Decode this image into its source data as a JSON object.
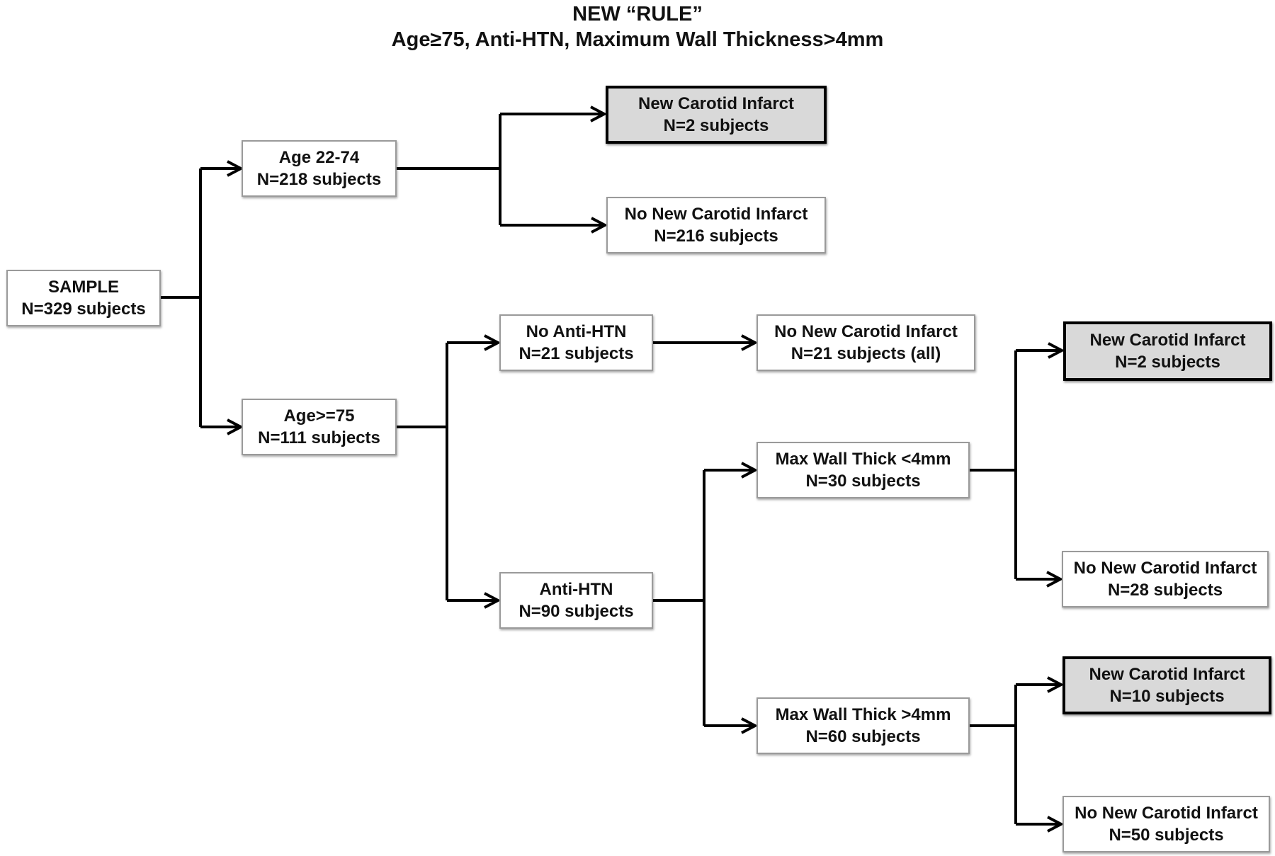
{
  "title": {
    "line1": "NEW “RULE”",
    "line2": "Age≥75, Anti-HTN, Maximum Wall Thickness>4mm"
  },
  "nodes": {
    "sample": {
      "label": "SAMPLE",
      "count": "N=329 subjects"
    },
    "age_22_74": {
      "label": "Age 22-74",
      "count": "N=218 subjects"
    },
    "age_ge_75": {
      "label": "Age>=75",
      "count": "N=111 subjects"
    },
    "young_infarct": {
      "label": "New Carotid Infarct",
      "count": "N=2 subjects"
    },
    "young_no_infarct": {
      "label": "No New Carotid Infarct",
      "count": "N=216 subjects"
    },
    "no_anti_htn": {
      "label": "No Anti-HTN",
      "count": "N=21 subjects"
    },
    "anti_htn": {
      "label": "Anti-HTN",
      "count": "N=90 subjects"
    },
    "no_anti_htn_no_infarct": {
      "label": "No New Carotid Infarct",
      "count": "N=21 subjects (all)"
    },
    "wall_lt_4": {
      "label": "Max Wall Thick <4mm",
      "count": "N=30 subjects"
    },
    "wall_gt_4": {
      "label": "Max Wall Thick >4mm",
      "count": "N=60 subjects"
    },
    "wall_lt_4_infarct": {
      "label": "New Carotid Infarct",
      "count": "N=2 subjects"
    },
    "wall_lt_4_no_infarct": {
      "label": "No New Carotid Infarct",
      "count": "N=28 subjects"
    },
    "wall_gt_4_infarct": {
      "label": "New Carotid Infarct",
      "count": "N=10 subjects"
    },
    "wall_gt_4_no_infarct": {
      "label": "No New Carotid Infarct",
      "count": "N=50 subjects"
    }
  },
  "colors": {
    "outcome_fill": "#d9d9d9",
    "connector": "#000000"
  }
}
